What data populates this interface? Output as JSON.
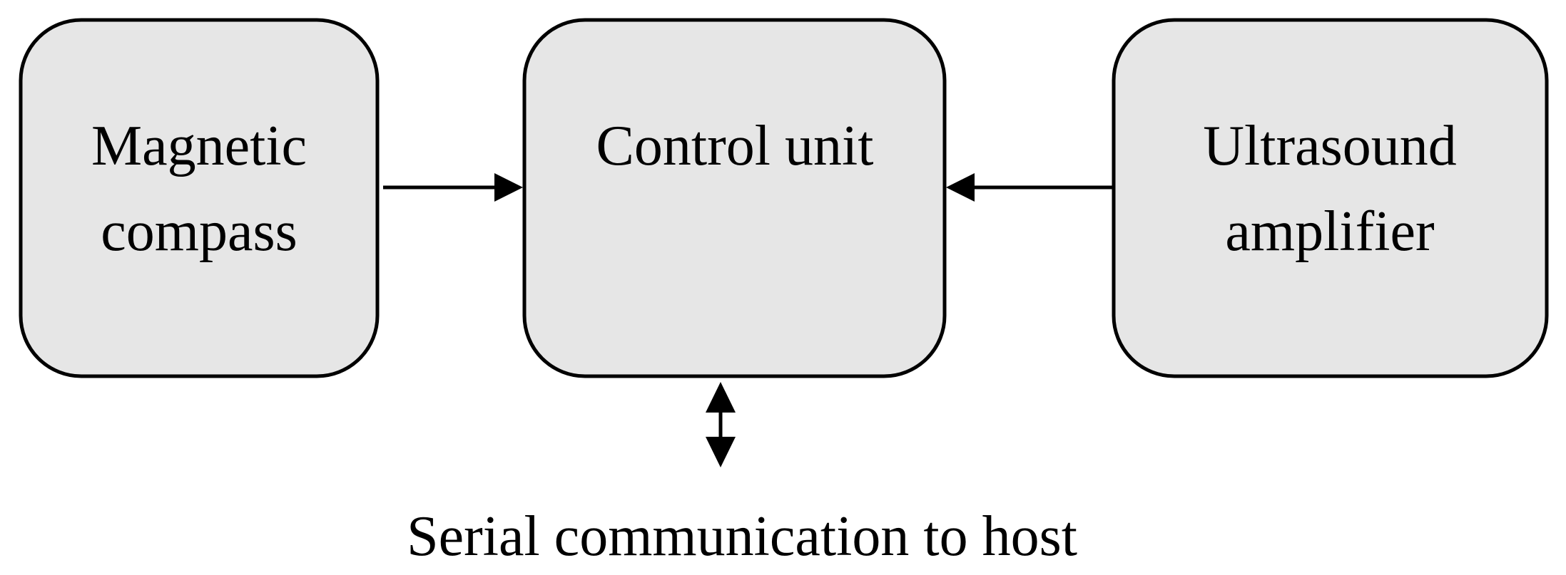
{
  "blocks": {
    "compass": {
      "line1": "Magnetic",
      "line2": "compass"
    },
    "control": {
      "line1": "Control unit"
    },
    "amplifier": {
      "line1": "Ultrasound",
      "line2": "amplifier"
    }
  },
  "caption": "Serial communication to host",
  "colors": {
    "block_fill": "#e6e6e6",
    "stroke": "#000000"
  }
}
